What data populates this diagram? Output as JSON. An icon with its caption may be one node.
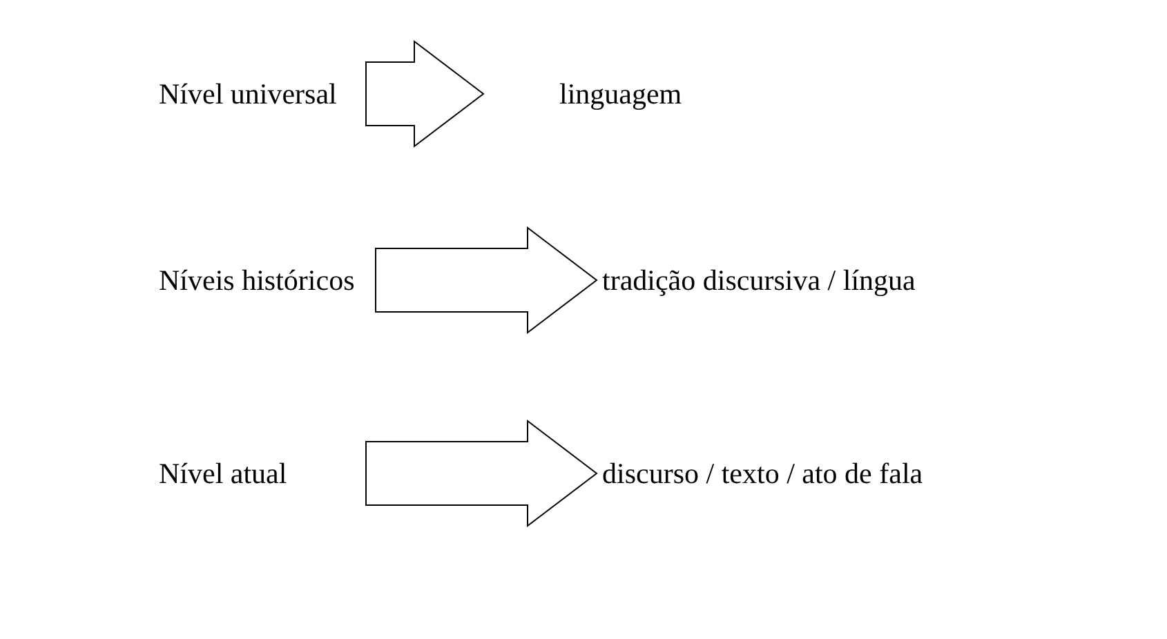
{
  "diagram": {
    "nodes": [
      {
        "text": [
          "Nível universal"
        ]
      },
      {
        "text": [
          "linguagem"
        ]
      },
      {
        "text": [
          "Níveis históricos"
        ]
      },
      {
        "text": [
          "tradição discursiva / língua"
        ]
      },
      {
        "text": [
          "Nível atual"
        ]
      },
      {
        "text": [
          "discurso / texto / ato de fala"
        ]
      }
    ],
    "edges": [
      {
        "from": 0,
        "to": 1,
        "arrow": "to"
      },
      {
        "from": 2,
        "to": 3,
        "arrow": "to"
      },
      {
        "from": 4,
        "to": 5,
        "arrow": "to"
      }
    ]
  }
}
